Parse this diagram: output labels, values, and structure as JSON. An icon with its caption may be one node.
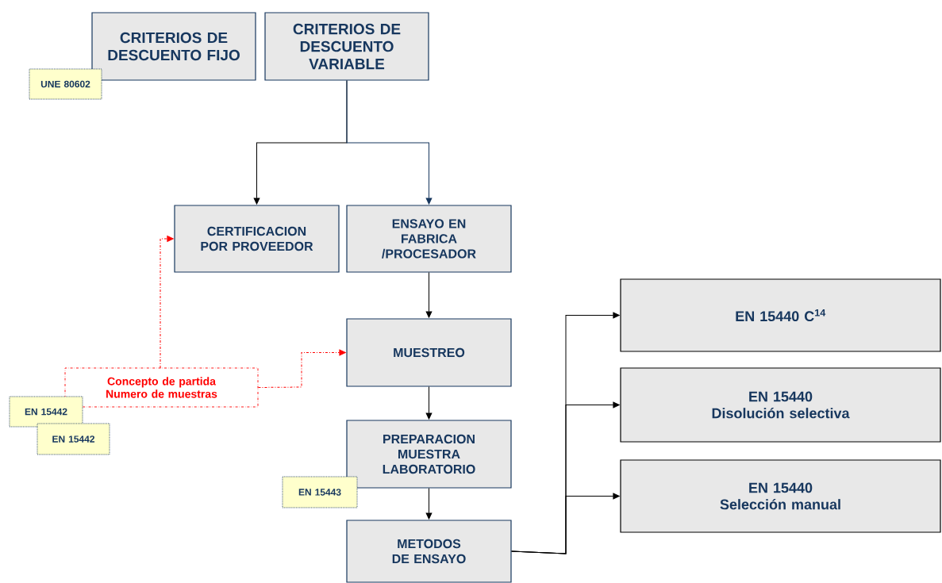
{
  "diagram": {
    "nodes": [
      {
        "text": [
          "CRITERIOS DE DESCUENTO FIJO"
        ]
      },
      {
        "text": [
          "UNE 80602"
        ]
      },
      {
        "text": [
          "CRITERIOS DE DESCUENTO VARIABLE"
        ]
      },
      {
        "text": [
          "CERTIFICACION POR PROVEEDOR"
        ]
      },
      {
        "text": [
          "ENSAYO EN FABRICA /PROCESADOR"
        ]
      },
      {
        "text": [
          "MUESTREO"
        ]
      },
      {
        "text": [
          "PREPARACION MUESTRA LABORATORIO"
        ]
      },
      {
        "text": [
          "EN 15443"
        ]
      },
      {
        "text": [
          "METODOS DE ENSAYO"
        ]
      },
      {
        "text": [
          "EN 15440 C$^{14}$"
        ]
      },
      {
        "text": [
          "EN 15440",
          "Disolución selectiva"
        ]
      },
      {
        "text": [
          "EN 15440",
          "Selección manual"
        ]
      },
      {
        "text": [
          "Concepto de partida Numero de muestras"
        ]
      },
      {
        "text": [
          "EN 15442"
        ]
      },
      {
        "text": [
          "EN 15442"
        ]
      }
    ],
    "edges": [
      {
        "from": 2,
        "to": 3,
        "arrow": "to"
      },
      {
        "from": 2,
        "to": 4,
        "arrow": "to",
        "color": "#17375e"
      },
      {
        "from": 4,
        "to": 5,
        "arrow": "to"
      },
      {
        "from": 5,
        "to": 6,
        "arrow": "to"
      },
      {
        "from": 6,
        "to": 8,
        "arrow": "to"
      },
      {
        "from": 8,
        "to": 9,
        "arrow": "to"
      },
      {
        "from": 8,
        "to": 10,
        "arrow": "to"
      },
      {
        "from": 8,
        "to": 11,
        "arrow": "to"
      },
      {
        "from": 12,
        "to": 3,
        "arrow": "to",
        "style": "dashed",
        "color": "#ff0000"
      },
      {
        "from": 12,
        "to": 5,
        "arrow": "to",
        "style": "dashed",
        "color": "#ff0000"
      }
    ]
  }
}
